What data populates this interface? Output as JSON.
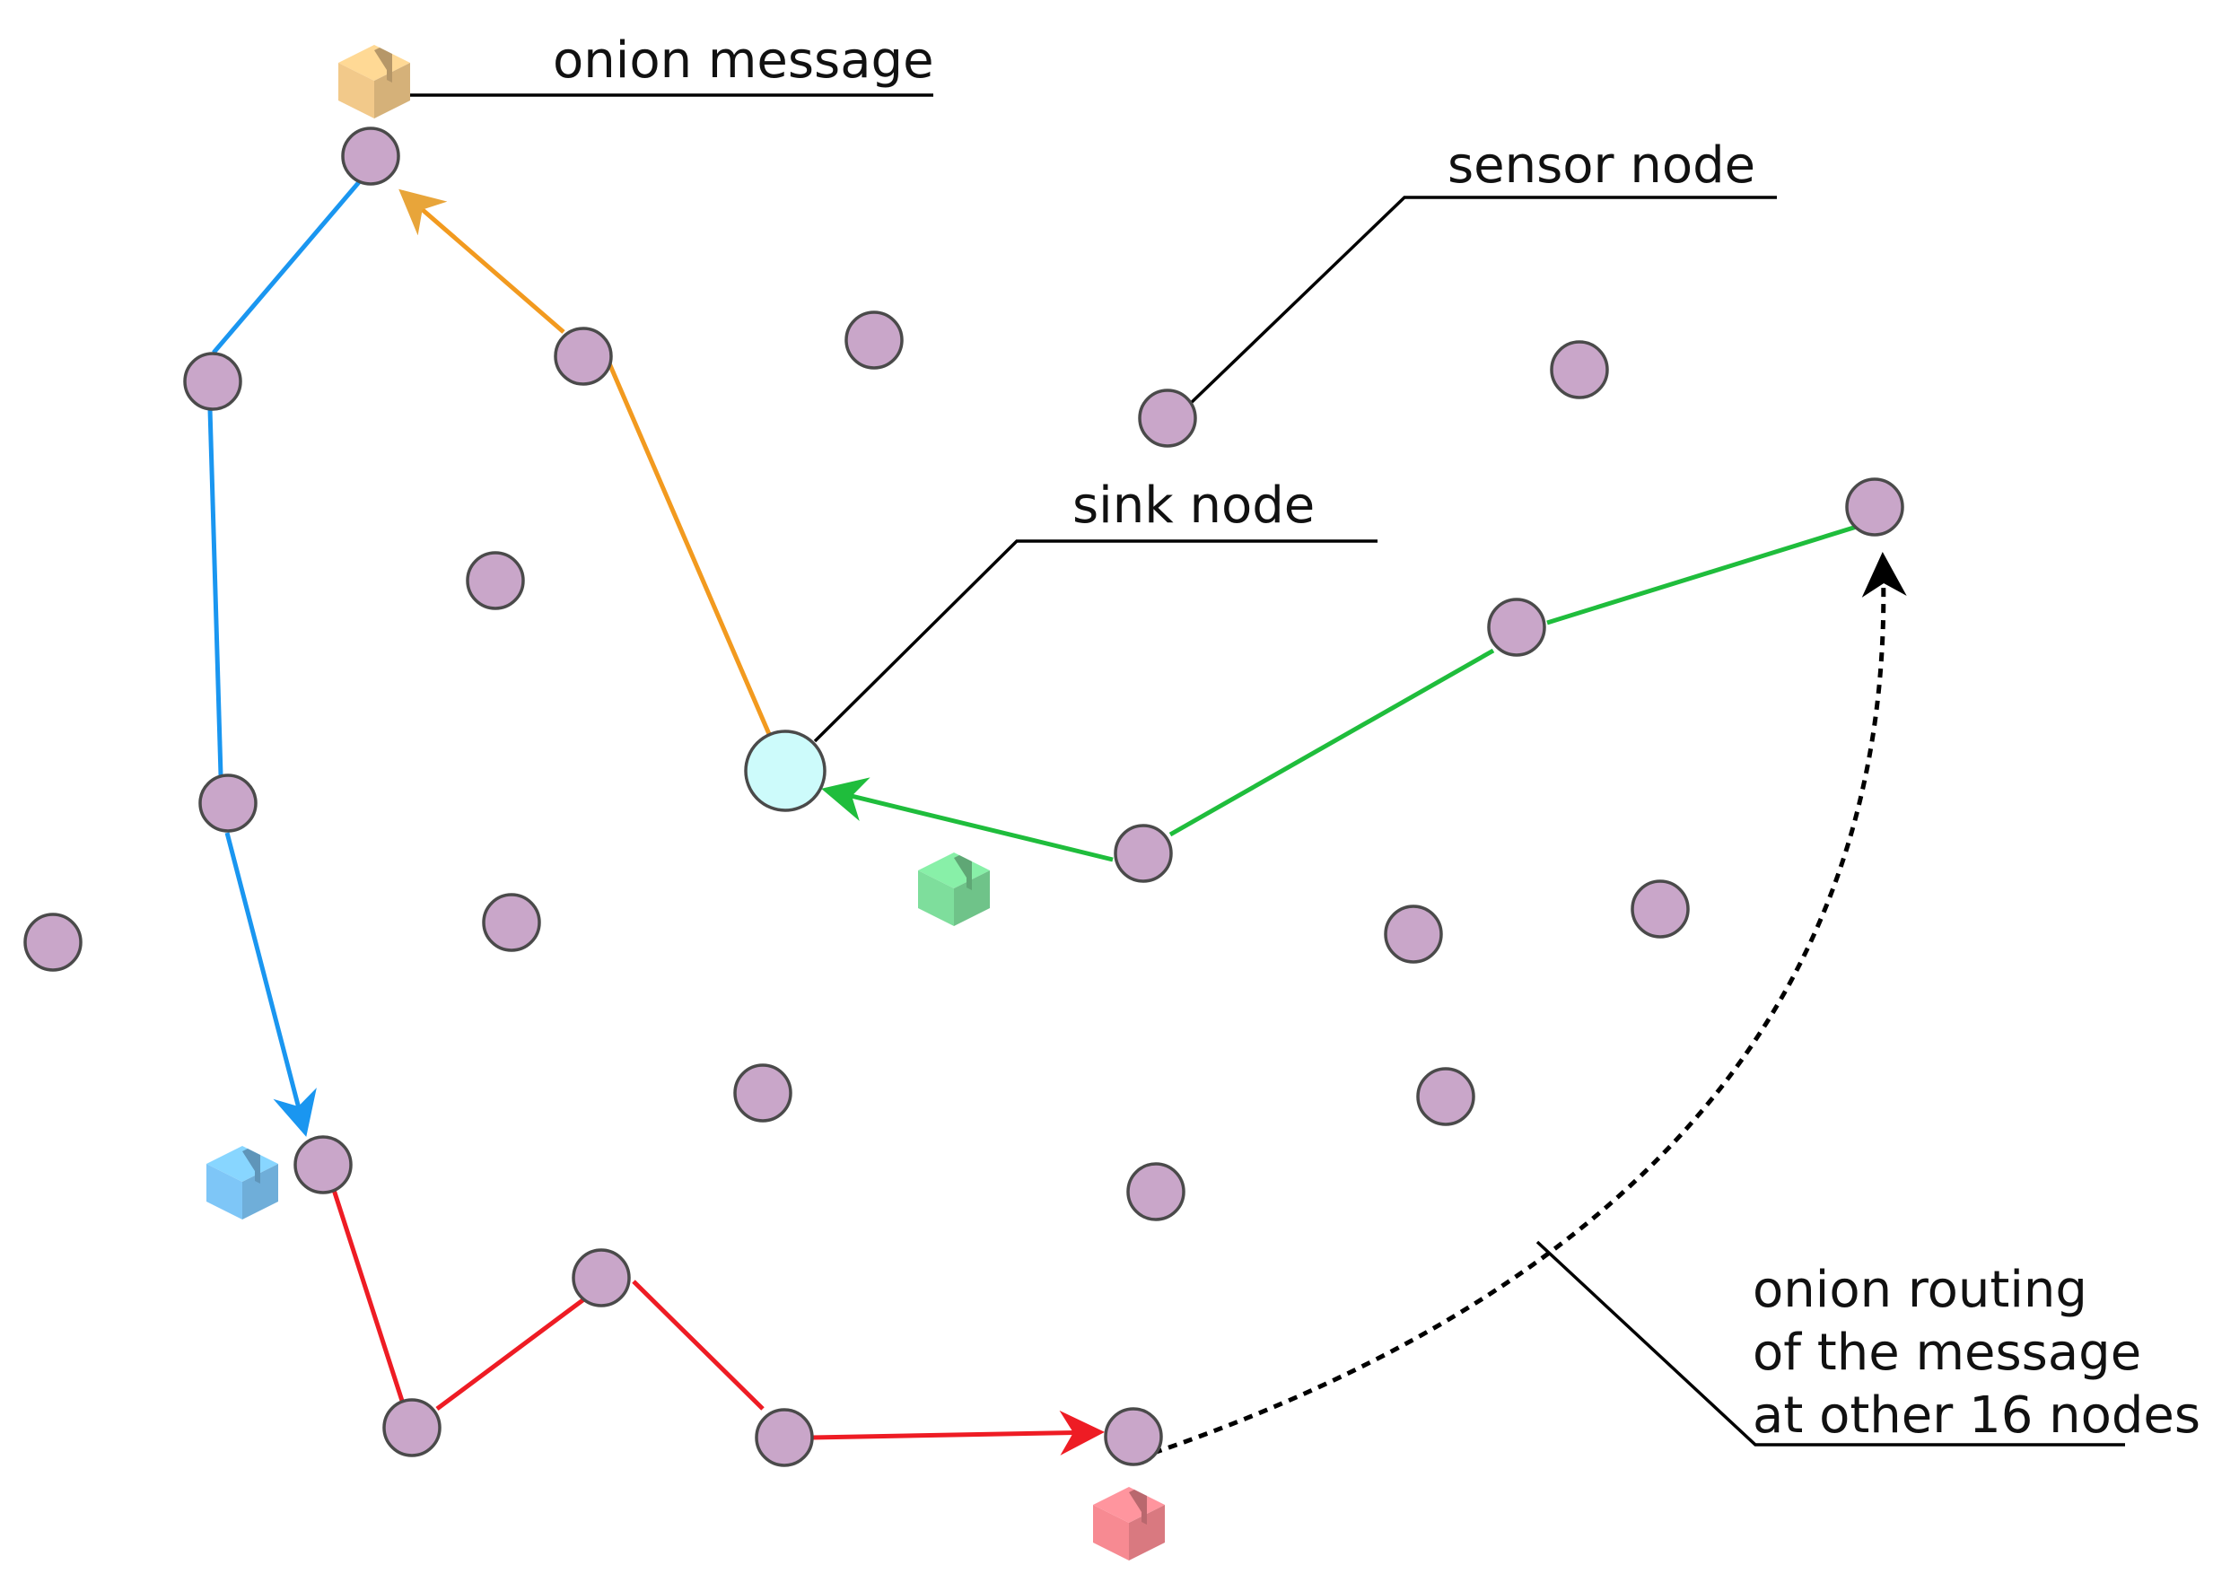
{
  "labels": {
    "onion_message": "onion message",
    "sensor_node": "sensor node",
    "sink_node": "sink node",
    "routing_line1": "onion routing",
    "routing_line2": "of the message",
    "routing_line3": "at other 16 nodes"
  },
  "colors": {
    "node_fill": "#c9a6c9",
    "sink_fill": "#cdfbfb",
    "orange": "#f29a1f",
    "blue": "#1a96f0",
    "red": "#ee1c24",
    "green": "#1fbd3c",
    "leader": "#000000"
  },
  "packages": [
    {
      "name": "orange-package-icon",
      "color": "#f2c98a"
    },
    {
      "name": "green-package-icon",
      "color": "#7ede9c"
    },
    {
      "name": "blue-package-icon",
      "color": "#7ec6f7"
    },
    {
      "name": "red-package-icon",
      "color": "#f78a92"
    }
  ]
}
